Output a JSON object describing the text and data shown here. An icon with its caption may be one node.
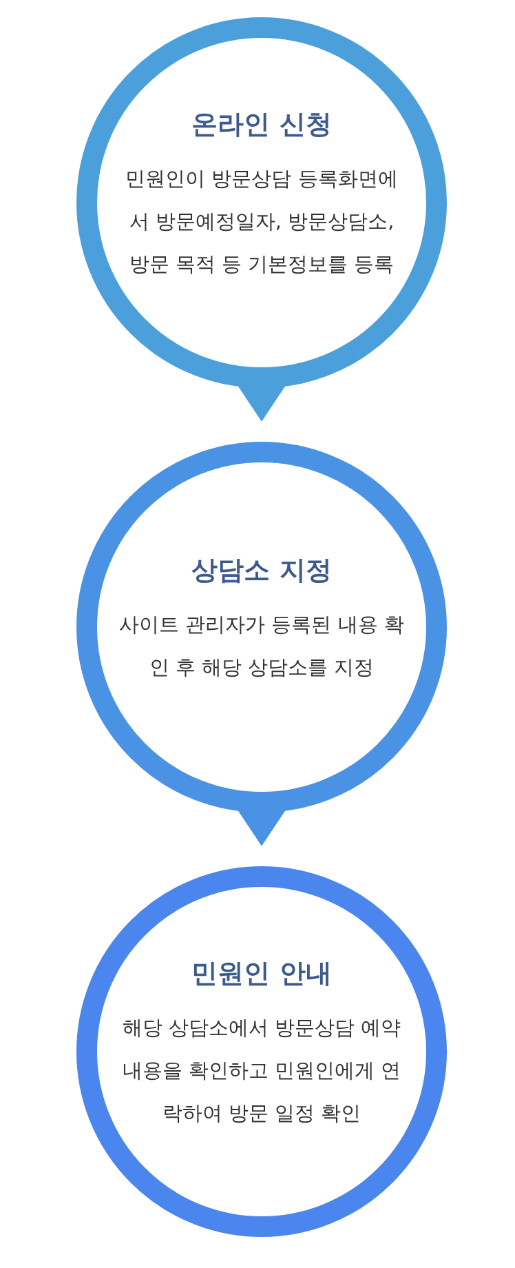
{
  "diagram": {
    "nodes": [
      {
        "text": [
          "온라인 신청",
          "민원인이 방문상담 등록화면에서 방문예정일자, 방문상담소, 방문 목적 등 기본정보를 등록"
        ]
      },
      {
        "text": [
          "상담소 지정",
          "사이트 관리자가 등록된 내용 확인 후 해당 상담소를 지정"
        ]
      },
      {
        "text": [
          "민원인 안내",
          "해당 상담소에서 방문상담 예약 내용을 확인하고 민원인에게 연락하여 방문 일정 확인"
        ]
      }
    ],
    "edges": [
      {
        "from": 0,
        "to": 1,
        "arrow": "to"
      },
      {
        "from": 1,
        "to": 2,
        "arrow": "to"
      }
    ]
  }
}
